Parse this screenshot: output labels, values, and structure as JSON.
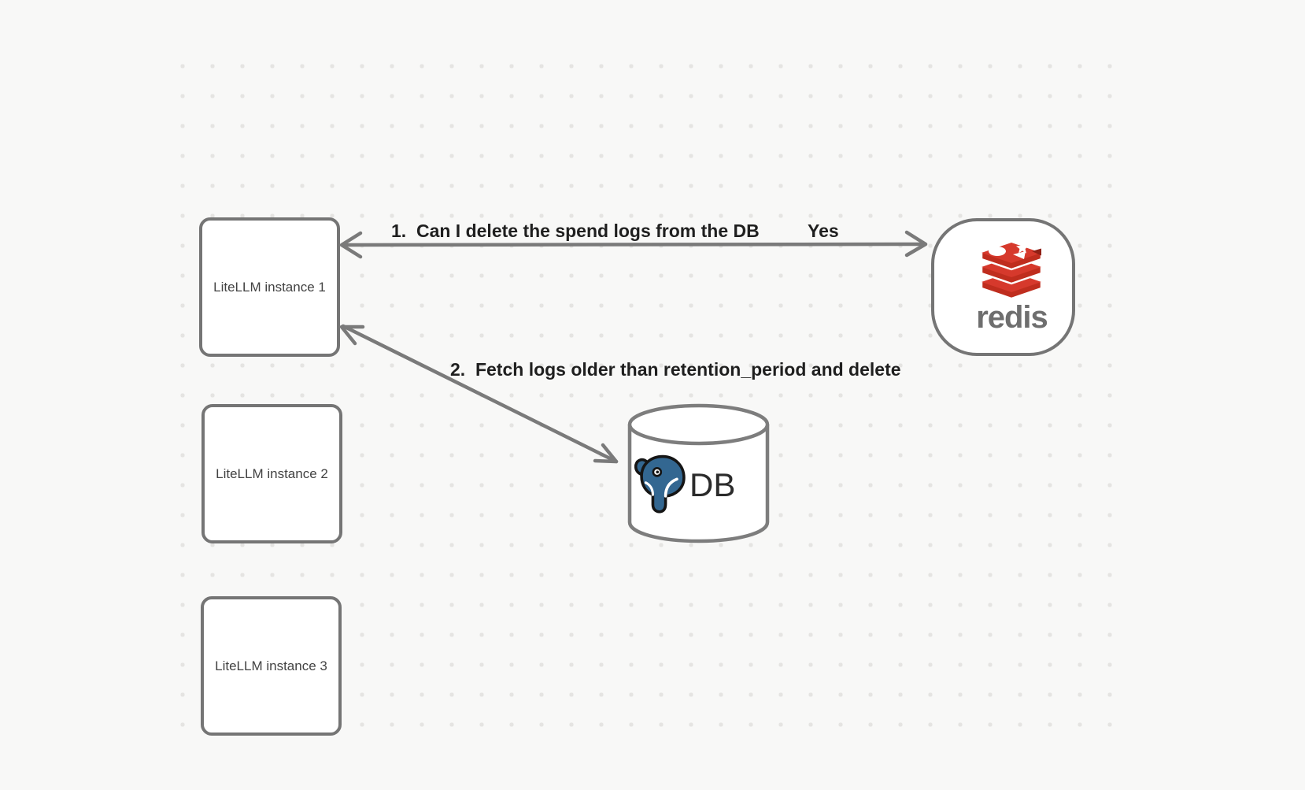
{
  "canvas": {
    "background_color": "#f8f8f7",
    "dot_color": "#e5e4e2"
  },
  "nodes": {
    "instance1": {
      "label": "LiteLLM instance 1"
    },
    "instance2": {
      "label": "LiteLLM instance 2"
    },
    "instance3": {
      "label": "LiteLLM instance 3"
    },
    "redis": {
      "wordmark": "redis",
      "brand_red": "#d6392c",
      "brand_red_dark": "#bf2d1e",
      "brand_red_shadow": "#8f2015",
      "wordmark_color": "#6e6e6e"
    },
    "database": {
      "label": "DB",
      "postgres_blue": "#336791"
    }
  },
  "edges": {
    "spend_logs_question": {
      "label": "1.  Can I delete the spend logs from the DB",
      "response": "Yes"
    },
    "fetch_and_delete": {
      "label": "2.  Fetch logs older than retention_period and delete"
    }
  },
  "style": {
    "shape_border_color": "#757575",
    "arrow_color": "#7a7a7a",
    "label_color": "#1f1f1f"
  }
}
